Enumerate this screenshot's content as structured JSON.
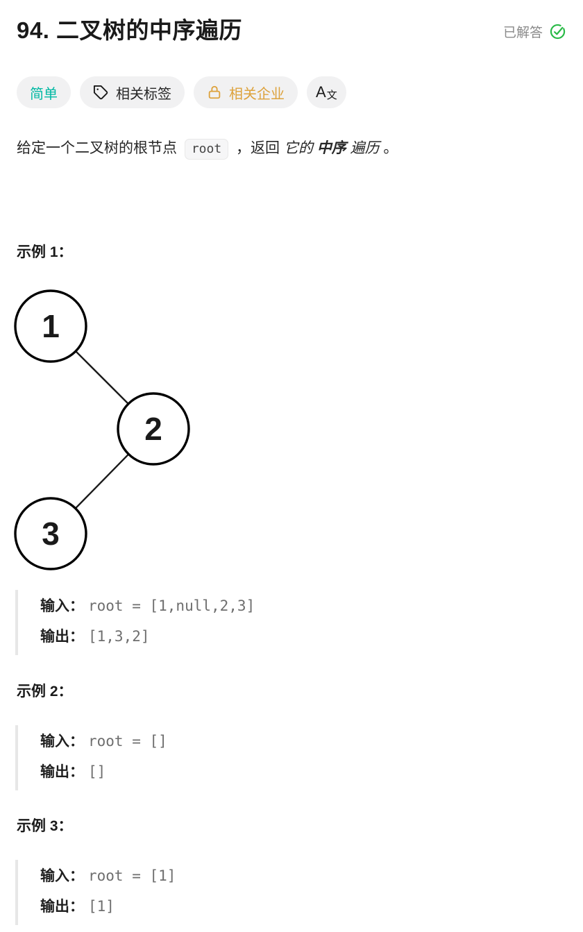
{
  "header": {
    "title": "94. 二叉树的中序遍历",
    "solved_label": "已解答",
    "solved_color": "#28b946"
  },
  "tags": {
    "difficulty_label": "简单",
    "difficulty_color": "#00b8a3",
    "related_tags_label": "相关标签",
    "related_companies_label": "相关企业",
    "companies_color": "#dda23c",
    "translate_main": "A",
    "translate_sub": "文"
  },
  "description": {
    "prefix": "给定一个二叉树的根节点",
    "code": "root",
    "middle": "，返回 ",
    "italic1": "它的 ",
    "bold_italic": "中序",
    "italic2": " 遍历",
    "suffix": " 。"
  },
  "tree": {
    "nodes": [
      {
        "label": "1"
      },
      {
        "label": "2"
      },
      {
        "label": "3"
      }
    ],
    "edges": [
      "1-2",
      "2-3"
    ]
  },
  "examples": {
    "0": {
      "heading": "示例 1：",
      "input_label": "输入：",
      "input_value": "root = [1,null,2,3]",
      "output_label": "输出：",
      "output_value": "[1,3,2]"
    },
    "1": {
      "heading": "示例 2：",
      "input_label": "输入：",
      "input_value": "root = []",
      "output_label": "输出：",
      "output_value": "[]"
    },
    "2": {
      "heading": "示例 3：",
      "input_label": "输入：",
      "input_value": "root = [1]",
      "output_label": "输出：",
      "output_value": "[1]"
    }
  }
}
